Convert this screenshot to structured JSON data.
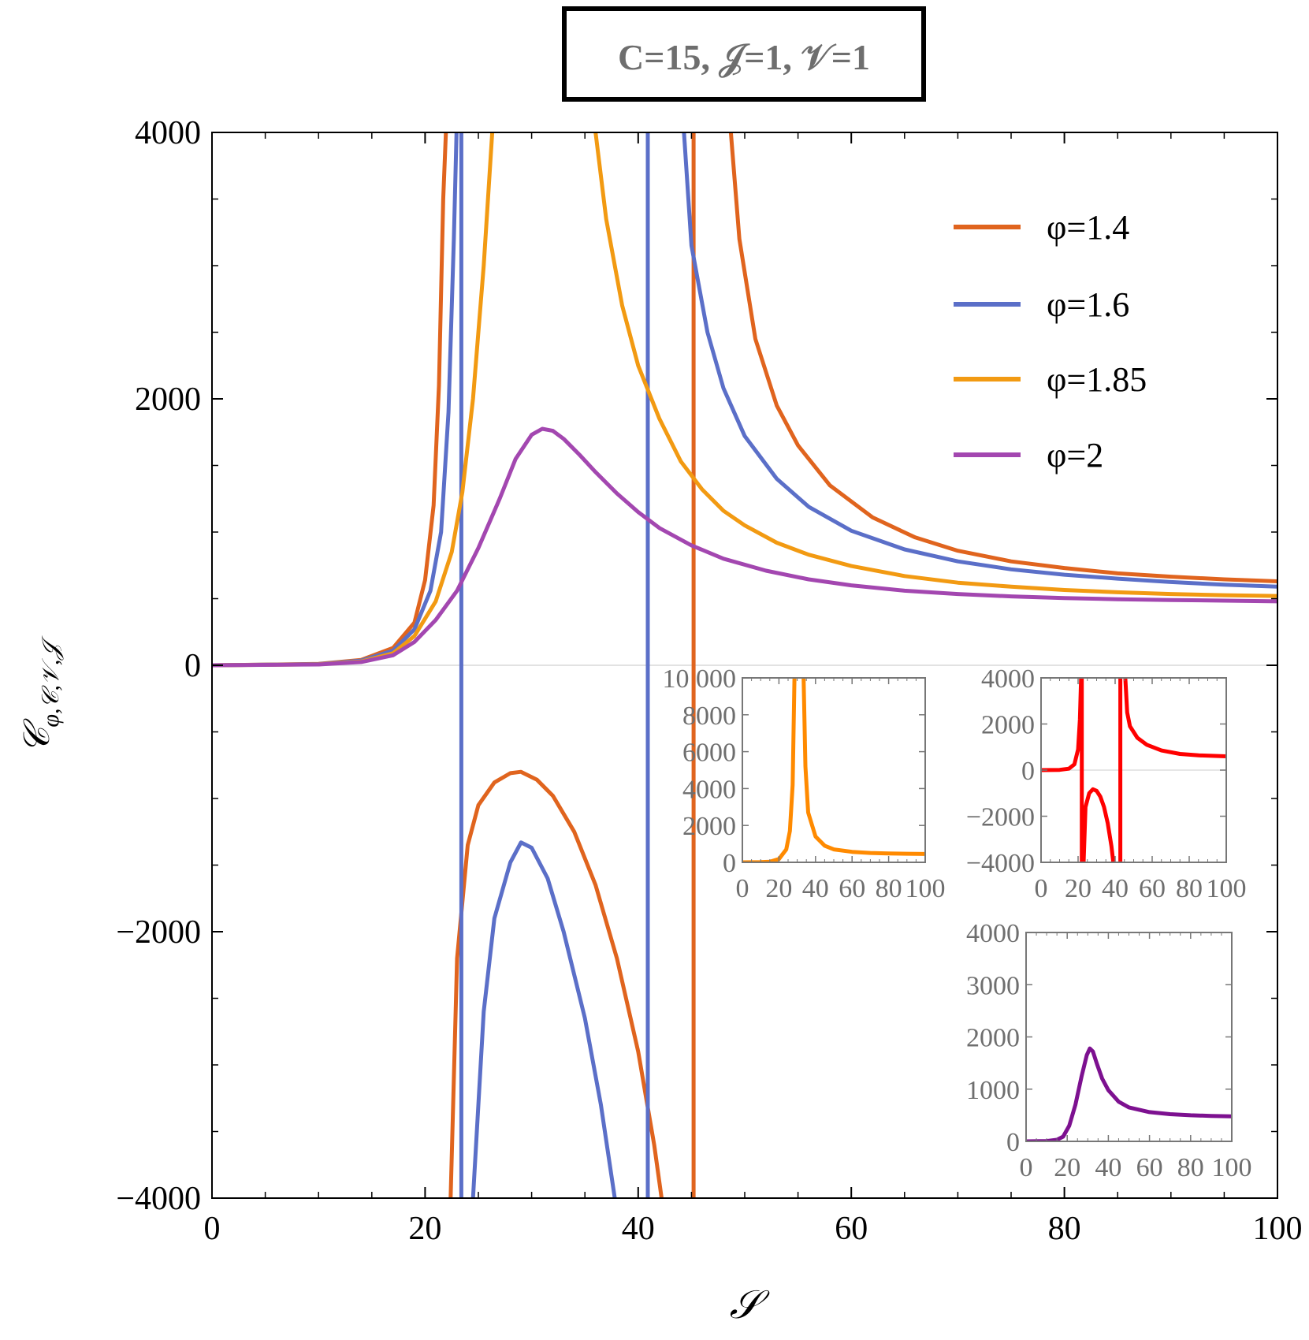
{
  "chart_data": {
    "type": "line",
    "title": "C=15, 𝒥=1, 𝒱=1",
    "xlabel": "𝒮",
    "ylabel": "𝒞φ,𝒞,𝒱,𝒥",
    "ylabel_main": "𝒞",
    "ylabel_sub": "φ,𝒞,𝒱,𝒥",
    "xlim": [
      0,
      100
    ],
    "ylim": [
      -4000,
      4000
    ],
    "xticks": [
      "0",
      "20",
      "40",
      "60",
      "80",
      "100"
    ],
    "yticks": [
      "−4000",
      "−2000",
      "0",
      "2000",
      "4000"
    ],
    "legend_position": "top-right",
    "series": [
      {
        "name": "φ=1.4",
        "color": "#E0641E",
        "points": [
          [
            0,
            0
          ],
          [
            10,
            10
          ],
          [
            14,
            40
          ],
          [
            17,
            130
          ],
          [
            19,
            320
          ],
          [
            20,
            640
          ],
          [
            20.8,
            1200
          ],
          [
            21.3,
            2100
          ],
          [
            21.7,
            3500
          ],
          [
            21.95,
            4000
          ],
          null,
          [
            22.4,
            -4000
          ],
          [
            23.0,
            -2200
          ],
          [
            24.0,
            -1350
          ],
          [
            25,
            -1050
          ],
          [
            26.5,
            -880
          ],
          [
            28,
            -810
          ],
          [
            29,
            -800
          ],
          [
            30.5,
            -860
          ],
          [
            32,
            -980
          ],
          [
            34,
            -1250
          ],
          [
            36,
            -1650
          ],
          [
            38,
            -2200
          ],
          [
            40,
            -2900
          ],
          [
            41.5,
            -3600
          ],
          [
            42.2,
            -4000
          ],
          null,
          [
            45.2,
            -4000
          ],
          [
            45.2,
            4000
          ],
          null,
          [
            48.7,
            4000
          ],
          [
            49.5,
            3200
          ],
          [
            51,
            2450
          ],
          [
            53,
            1950
          ],
          [
            55,
            1650
          ],
          [
            58,
            1350
          ],
          [
            62,
            1110
          ],
          [
            66,
            960
          ],
          [
            70,
            860
          ],
          [
            75,
            780
          ],
          [
            80,
            730
          ],
          [
            85,
            690
          ],
          [
            90,
            665
          ],
          [
            95,
            645
          ],
          [
            100,
            630
          ]
        ]
      },
      {
        "name": "φ=1.6",
        "color": "#5B6FC8",
        "points": [
          [
            0,
            0
          ],
          [
            10,
            9
          ],
          [
            14,
            35
          ],
          [
            17,
            110
          ],
          [
            19,
            270
          ],
          [
            20.5,
            560
          ],
          [
            21.5,
            1000
          ],
          [
            22.2,
            1900
          ],
          [
            22.7,
            3200
          ],
          [
            22.95,
            4000
          ],
          null,
          [
            23.4,
            -4000
          ],
          [
            23.4,
            4000
          ],
          null,
          [
            24.5,
            -4000
          ],
          [
            25.5,
            -2600
          ],
          [
            26.5,
            -1900
          ],
          [
            28,
            -1480
          ],
          [
            29,
            -1330
          ],
          [
            30,
            -1370
          ],
          [
            31.5,
            -1600
          ],
          [
            33,
            -2000
          ],
          [
            35,
            -2650
          ],
          [
            36.5,
            -3300
          ],
          [
            37.8,
            -4000
          ],
          null,
          [
            40.9,
            -4000
          ],
          [
            40.9,
            4000
          ],
          null,
          [
            44.3,
            4000
          ],
          [
            45,
            3150
          ],
          [
            46.5,
            2500
          ],
          [
            48,
            2080
          ],
          [
            50,
            1720
          ],
          [
            53,
            1400
          ],
          [
            56,
            1190
          ],
          [
            60,
            1010
          ],
          [
            65,
            870
          ],
          [
            70,
            780
          ],
          [
            75,
            720
          ],
          [
            80,
            680
          ],
          [
            85,
            650
          ],
          [
            90,
            625
          ],
          [
            95,
            605
          ],
          [
            100,
            590
          ]
        ]
      },
      {
        "name": "φ=1.85",
        "color": "#F29A12",
        "points": [
          [
            0,
            0
          ],
          [
            10,
            7
          ],
          [
            14,
            28
          ],
          [
            17,
            90
          ],
          [
            19,
            220
          ],
          [
            21,
            480
          ],
          [
            22.5,
            850
          ],
          [
            23.5,
            1300
          ],
          [
            24.5,
            2000
          ],
          [
            25.5,
            3000
          ],
          [
            26.3,
            4000
          ],
          null,
          [
            36.0,
            4000
          ],
          [
            37,
            3350
          ],
          [
            38.5,
            2700
          ],
          [
            40,
            2250
          ],
          [
            42,
            1850
          ],
          [
            44,
            1530
          ],
          [
            46,
            1320
          ],
          [
            48,
            1160
          ],
          [
            50,
            1050
          ],
          [
            53,
            920
          ],
          [
            56,
            830
          ],
          [
            60,
            745
          ],
          [
            65,
            670
          ],
          [
            70,
            620
          ],
          [
            75,
            590
          ],
          [
            80,
            565
          ],
          [
            85,
            548
          ],
          [
            90,
            535
          ],
          [
            95,
            526
          ],
          [
            100,
            520
          ]
        ]
      },
      {
        "name": "φ=2",
        "color": "#A347B0",
        "points": [
          [
            0,
            0
          ],
          [
            10,
            6
          ],
          [
            14,
            24
          ],
          [
            17,
            75
          ],
          [
            19,
            175
          ],
          [
            21,
            340
          ],
          [
            23,
            560
          ],
          [
            25,
            880
          ],
          [
            27,
            1250
          ],
          [
            28.5,
            1550
          ],
          [
            30,
            1730
          ],
          [
            31,
            1775
          ],
          [
            32,
            1760
          ],
          [
            33,
            1700
          ],
          [
            34.5,
            1580
          ],
          [
            36,
            1450
          ],
          [
            38,
            1290
          ],
          [
            40,
            1150
          ],
          [
            42,
            1030
          ],
          [
            45,
            900
          ],
          [
            48,
            800
          ],
          [
            52,
            710
          ],
          [
            56,
            645
          ],
          [
            60,
            600
          ],
          [
            65,
            560
          ],
          [
            70,
            535
          ],
          [
            75,
            517
          ],
          [
            80,
            505
          ],
          [
            85,
            496
          ],
          [
            90,
            490
          ],
          [
            95,
            485
          ],
          [
            100,
            480
          ]
        ]
      }
    ],
    "insets": [
      {
        "id": "orange",
        "color": "#FF8A00",
        "xlim": [
          0,
          100
        ],
        "ylim": [
          0,
          10000
        ],
        "xticks": [
          "0",
          "20",
          "40",
          "60",
          "80",
          "100"
        ],
        "yticks": [
          "0",
          "2000",
          "4000",
          "6000",
          "8000",
          "10 000"
        ],
        "points": [
          [
            0,
            0
          ],
          [
            10,
            8
          ],
          [
            15,
            30
          ],
          [
            20,
            180
          ],
          [
            24,
            700
          ],
          [
            26,
            1700
          ],
          [
            27.5,
            4200
          ],
          [
            28.5,
            10000
          ],
          null,
          [
            33.5,
            10000
          ],
          [
            34.5,
            5200
          ],
          [
            36,
            2700
          ],
          [
            40,
            1400
          ],
          [
            45,
            900
          ],
          [
            50,
            700
          ],
          [
            60,
            570
          ],
          [
            70,
            510
          ],
          [
            80,
            480
          ],
          [
            90,
            465
          ],
          [
            100,
            455
          ]
        ]
      },
      {
        "id": "red",
        "color": "#FF0000",
        "xlim": [
          0,
          100
        ],
        "ylim": [
          -4000,
          4000
        ],
        "xticks": [
          "0",
          "20",
          "40",
          "60",
          "80",
          "100"
        ],
        "yticks": [
          "−4000",
          "−2000",
          "0",
          "2000",
          "4000"
        ],
        "points": [
          [
            0,
            0
          ],
          [
            10,
            10
          ],
          [
            15,
            60
          ],
          [
            18,
            250
          ],
          [
            20,
            900
          ],
          [
            21,
            2200
          ],
          [
            21.6,
            4000
          ],
          null,
          [
            22.0,
            -4000
          ],
          [
            22.0,
            4000
          ],
          null,
          [
            23,
            -4000
          ],
          [
            24,
            -1600
          ],
          [
            26,
            -1000
          ],
          [
            28,
            -830
          ],
          [
            30,
            -900
          ],
          [
            32,
            -1150
          ],
          [
            34,
            -1600
          ],
          [
            36,
            -2300
          ],
          [
            38,
            -3300
          ],
          [
            39,
            -4000
          ],
          null,
          [
            42.8,
            -4000
          ],
          [
            42.8,
            4000
          ],
          null,
          [
            45.5,
            4000
          ],
          [
            46.5,
            2500
          ],
          [
            48,
            1900
          ],
          [
            52,
            1400
          ],
          [
            57,
            1100
          ],
          [
            65,
            850
          ],
          [
            75,
            700
          ],
          [
            85,
            640
          ],
          [
            100,
            600
          ]
        ]
      },
      {
        "id": "purple",
        "color": "#7D1190",
        "xlim": [
          0,
          100
        ],
        "ylim": [
          0,
          4000
        ],
        "xticks": [
          "0",
          "20",
          "40",
          "60",
          "80",
          "100"
        ],
        "yticks": [
          "0",
          "1000",
          "2000",
          "3000",
          "4000"
        ],
        "points": [
          [
            0,
            0
          ],
          [
            10,
            6
          ],
          [
            15,
            30
          ],
          [
            18,
            90
          ],
          [
            21,
            300
          ],
          [
            24,
            700
          ],
          [
            27,
            1250
          ],
          [
            29.5,
            1650
          ],
          [
            31,
            1780
          ],
          [
            32.5,
            1720
          ],
          [
            34.5,
            1480
          ],
          [
            37,
            1200
          ],
          [
            40,
            980
          ],
          [
            45,
            760
          ],
          [
            50,
            650
          ],
          [
            60,
            560
          ],
          [
            70,
            520
          ],
          [
            80,
            500
          ],
          [
            90,
            488
          ],
          [
            100,
            480
          ]
        ]
      }
    ]
  }
}
